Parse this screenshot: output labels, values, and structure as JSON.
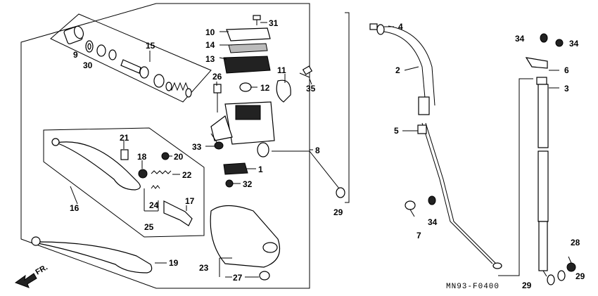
{
  "diagram_code": "MN93-F0400",
  "direction_label": "FR.",
  "callouts": {
    "c1": "1",
    "c2": "2",
    "c3": "3",
    "c4": "4",
    "c5": "5",
    "c6": "6",
    "c7": "7",
    "c8": "8",
    "c9": "9",
    "c10": "10",
    "c11": "11",
    "c12": "12",
    "c13": "13",
    "c14": "14",
    "c15": "15",
    "c16": "16",
    "c17": "17",
    "c18": "18",
    "c19": "19",
    "c20": "20",
    "c21": "21",
    "c22": "22",
    "c23": "23",
    "c24": "24",
    "c25": "25",
    "c26": "26",
    "c27": "27",
    "c28": "28",
    "c29a": "29",
    "c29b": "29",
    "c29c": "29",
    "c30": "30",
    "c31": "31",
    "c32": "32",
    "c33": "33",
    "c34a": "34",
    "c34b": "34",
    "c34c": "34",
    "c35": "35"
  }
}
